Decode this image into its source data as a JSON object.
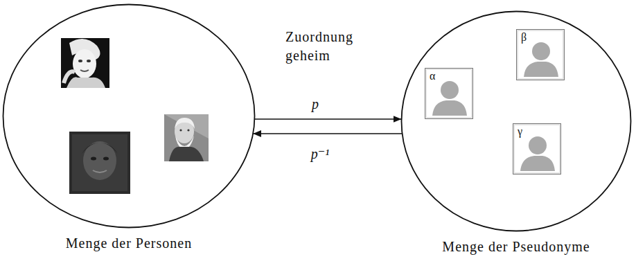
{
  "diagram": {
    "nodes": [
      {
        "text": [
          "Menge der Personen"
        ]
      },
      {
        "text": [
          "Menge der Pseudonyme"
        ]
      },
      {
        "text": [
          "α"
        ],
        "in": 1
      },
      {
        "text": [
          "β"
        ],
        "in": 1
      },
      {
        "text": [
          "γ"
        ],
        "in": 1
      }
    ],
    "edges": [
      {
        "from": 0,
        "to": 1,
        "label": "p",
        "arrow": "to"
      },
      {
        "from": 1,
        "to": 0,
        "label": "p⁻¹",
        "arrow": "to"
      }
    ],
    "labels": [
      "Zuordnung geheim"
    ]
  }
}
